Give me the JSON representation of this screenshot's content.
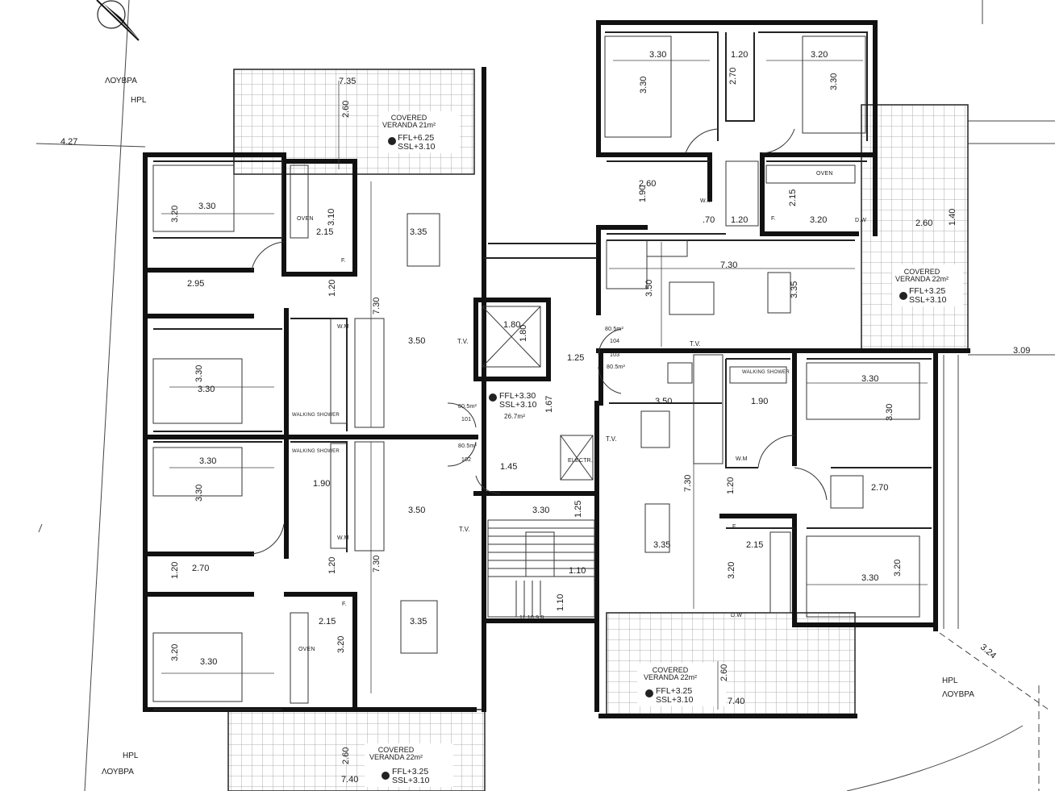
{
  "colors": {
    "wall": "#111111",
    "line": "#3a3a3a",
    "tile": "#9a9a9a",
    "paper": "#ffffff"
  },
  "icons": [
    "north-arrow-icon",
    "bed-icon",
    "dining-table-icon",
    "level-marker-icon",
    "door-swing-icon",
    "stair-icon"
  ],
  "annotations": {
    "louvra": "ΛΟΥΒΡΑ",
    "hpl": "HPL",
    "tv": "T.V.",
    "wm": "W.M",
    "oven": "OVEN",
    "f": "F.",
    "dw": "D.W",
    "walking_shower": "WALKING SHOWER",
    "electr": "ELECTR."
  },
  "verandas": {
    "covered": "COVERED",
    "top_left_area": "VERANDA 21m²",
    "right_area": "VERANDA 22m²",
    "bottom_area": "VERANDA 22m²",
    "ffl_625": "FFL+6.25",
    "ffl_325": "FFL+3.25",
    "ssl_310": "SSL+3.10"
  },
  "core": {
    "ffl": "FFL+3.30",
    "ssl": "SSL+3.10",
    "area": "26.7m²",
    "door_area": "80.5m²",
    "door_101": "101",
    "door_102": "102",
    "door_103": "103",
    "door_104": "104"
  },
  "dimensions": {
    "d735": "7.35",
    "d260": "2.60",
    "d427": "4.27",
    "d330": "3.30",
    "d320": "3.20",
    "d310": "3.10",
    "d215": "2.15",
    "d335": "3.35",
    "d120": "1.20",
    "d730": "7.30",
    "d295": "2.95",
    "d350": "3.50",
    "d180": "1.80",
    "d125": "1.25",
    "d167": "1.67",
    "d145": "1.45",
    "d190": "1.90",
    "d270": "2.70",
    "d110": "1.10",
    "d740": "7.40",
    "d309": "3.09",
    "d324": "3.24",
    "d170": ".70",
    "d140": "1.40",
    "stair": "11 10 9 8"
  }
}
